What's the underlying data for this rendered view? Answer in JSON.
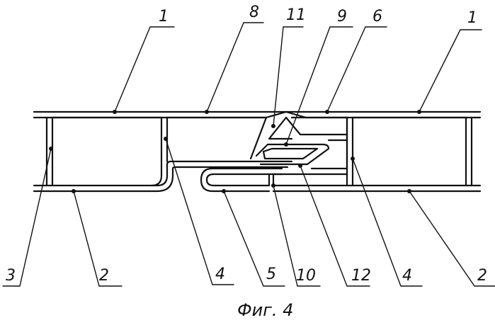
{
  "labels": {
    "top_1_left": "1",
    "top_8": "8",
    "top_11": "11",
    "top_9": "9",
    "top_6": "6",
    "top_1_right": "1",
    "bot_3": "3",
    "bot_2_left": "2",
    "bot_4_left": "4",
    "bot_5": "5",
    "bot_10": "10",
    "bot_12": "12",
    "bot_4_right": "4",
    "bot_2_right": "2"
  },
  "caption": "Фиг. 4"
}
